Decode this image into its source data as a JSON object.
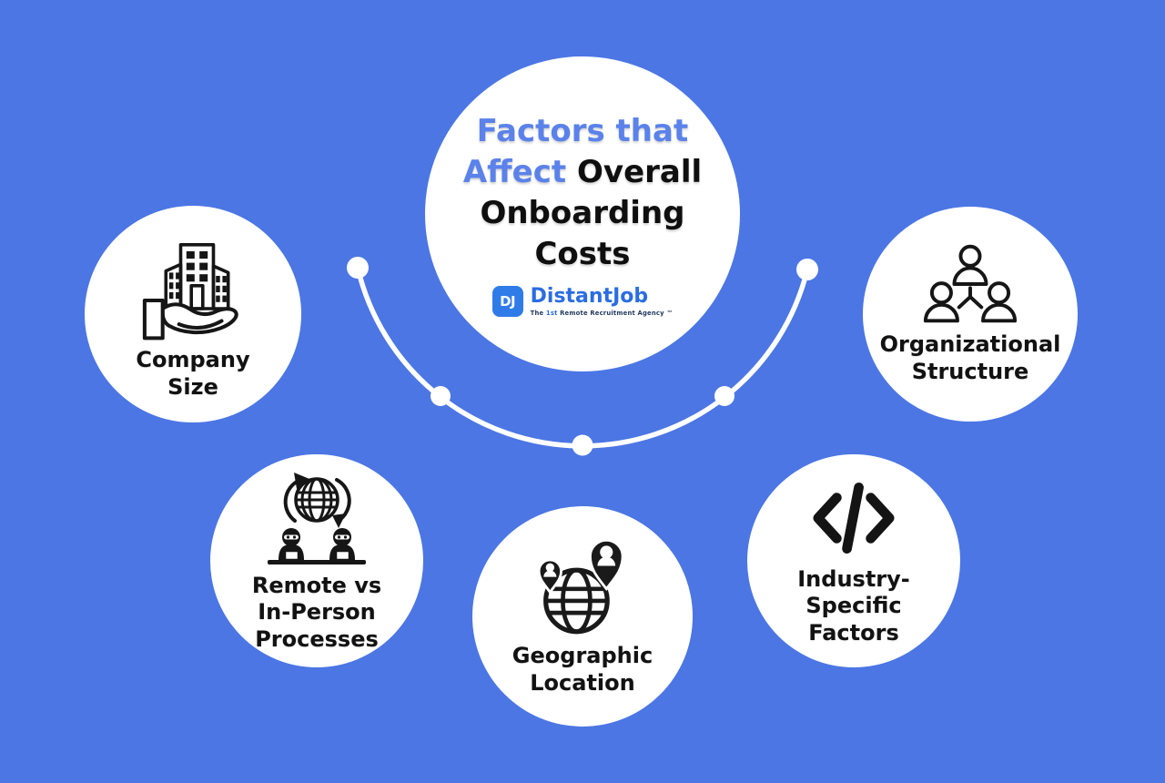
{
  "colors": {
    "background": "#4b76e4",
    "bubble_fill": "#ffffff",
    "accent_blue": "#5b82ea",
    "text_black": "#0f0f0f",
    "logo_blue": "#2b6de2",
    "connector_white": "#ffffff",
    "icon_black": "#161616"
  },
  "center": {
    "title": {
      "line1": "Factors that",
      "line2_blue": "Affect",
      "line2_black": "Overall",
      "line3": "Onboarding",
      "line4": "Costs"
    },
    "logo": {
      "monogram": "DJ",
      "name": "DistantJob",
      "tagline_pre": "The",
      "tagline_highlight": "1st",
      "tagline_post": "Remote Recruitment Agency",
      "trademark": "™"
    }
  },
  "circles": [
    {
      "id": "company-size",
      "label": "Company Size",
      "icon": "building-on-hand-icon"
    },
    {
      "id": "organizational-structure",
      "label": "Organizational Structure",
      "icon": "org-hierarchy-icon"
    },
    {
      "id": "remote-vs-in-person",
      "label": "Remote vs In-Person Processes",
      "icon": "remote-teams-globe-icon"
    },
    {
      "id": "geographic-location",
      "label": "Geographic Location",
      "icon": "globe-location-pins-icon"
    },
    {
      "id": "industry-specific",
      "label": "Industry-Specific Factors",
      "icon": "code-icon"
    }
  ]
}
